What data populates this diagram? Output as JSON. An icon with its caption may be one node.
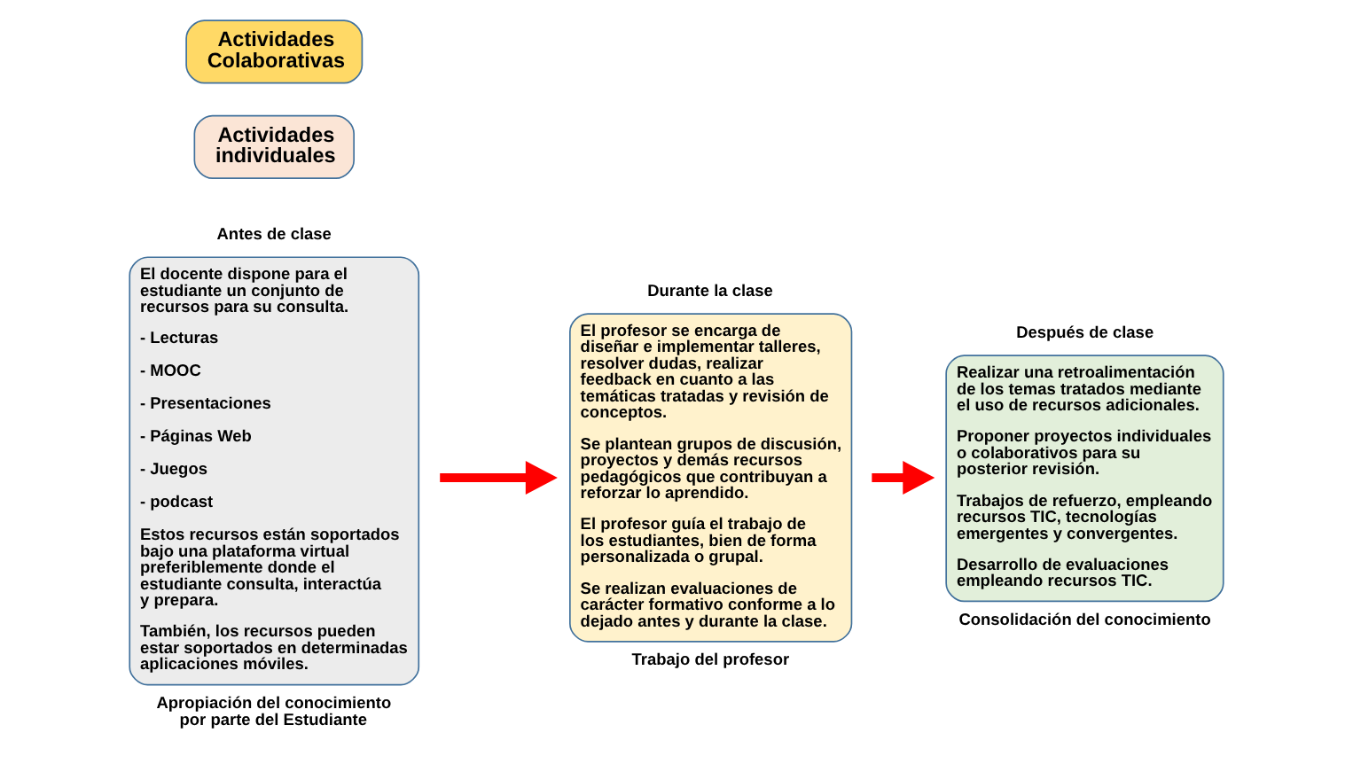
{
  "diagram": {
    "nodes": [
      {
        "text": [
          "Antes de clase",
          "El docente dispone para el estudiante un conjunto de recursos para su consulta.",
          "- Lecturas",
          "- MOOC",
          "- Presentaciones",
          "- Páginas Web",
          "- Juegos",
          "- podcast",
          "Estos recursos están soportados bajo una plataforma virtual preferiblemente donde el estudiante consulta, interactúa y prepara.",
          "También, los recursos pueden estar soportados en determinadas aplicaciones móviles."
        ],
        "beside": [
          "Apropiación del conocimiento por parte del Estudiante"
        ]
      },
      {
        "text": [
          "Actividades individuales"
        ]
      },
      {
        "text": [
          "Actividades Colaborativas"
        ]
      },
      {
        "text": [
          "Durante la clase",
          "El profesor se encarga de diseñar e implementar talleres, resolver dudas, realizar feedback en cuanto a las temáticas tratadas y revisión de conceptos.",
          "Se plantean grupos de discusión, proyectos y demás recursos pedagógicos que contribuyan a reforzar lo aprendido.",
          "El profesor guía el trabajo de los estudiantes, bien de forma personalizada o grupal.",
          "Se realizan evaluaciones de carácter formativo conforme a lo dejado antes y durante la clase."
        ],
        "beside": [
          "Trabajo del profesor"
        ]
      },
      {
        "text": [
          "Después de clase",
          "Realizar una retroalimentación de los temas tratados mediante el uso de recursos adicionales.",
          "Proponer proyectos individuales o colaborativos para su posterior revisión.",
          "Trabajos de refuerzo, empleando recursos TIC, tecnologías emergentes y convergentes.",
          "Desarrollo de evaluaciones empleando recursos TIC."
        ],
        "beside": [
          "Consolidación del conocimiento"
        ]
      }
    ],
    "edges": [
      {
        "from": 0,
        "to": 3,
        "arrow": "to"
      },
      {
        "from": 3,
        "to": 4,
        "arrow": "to"
      }
    ]
  }
}
